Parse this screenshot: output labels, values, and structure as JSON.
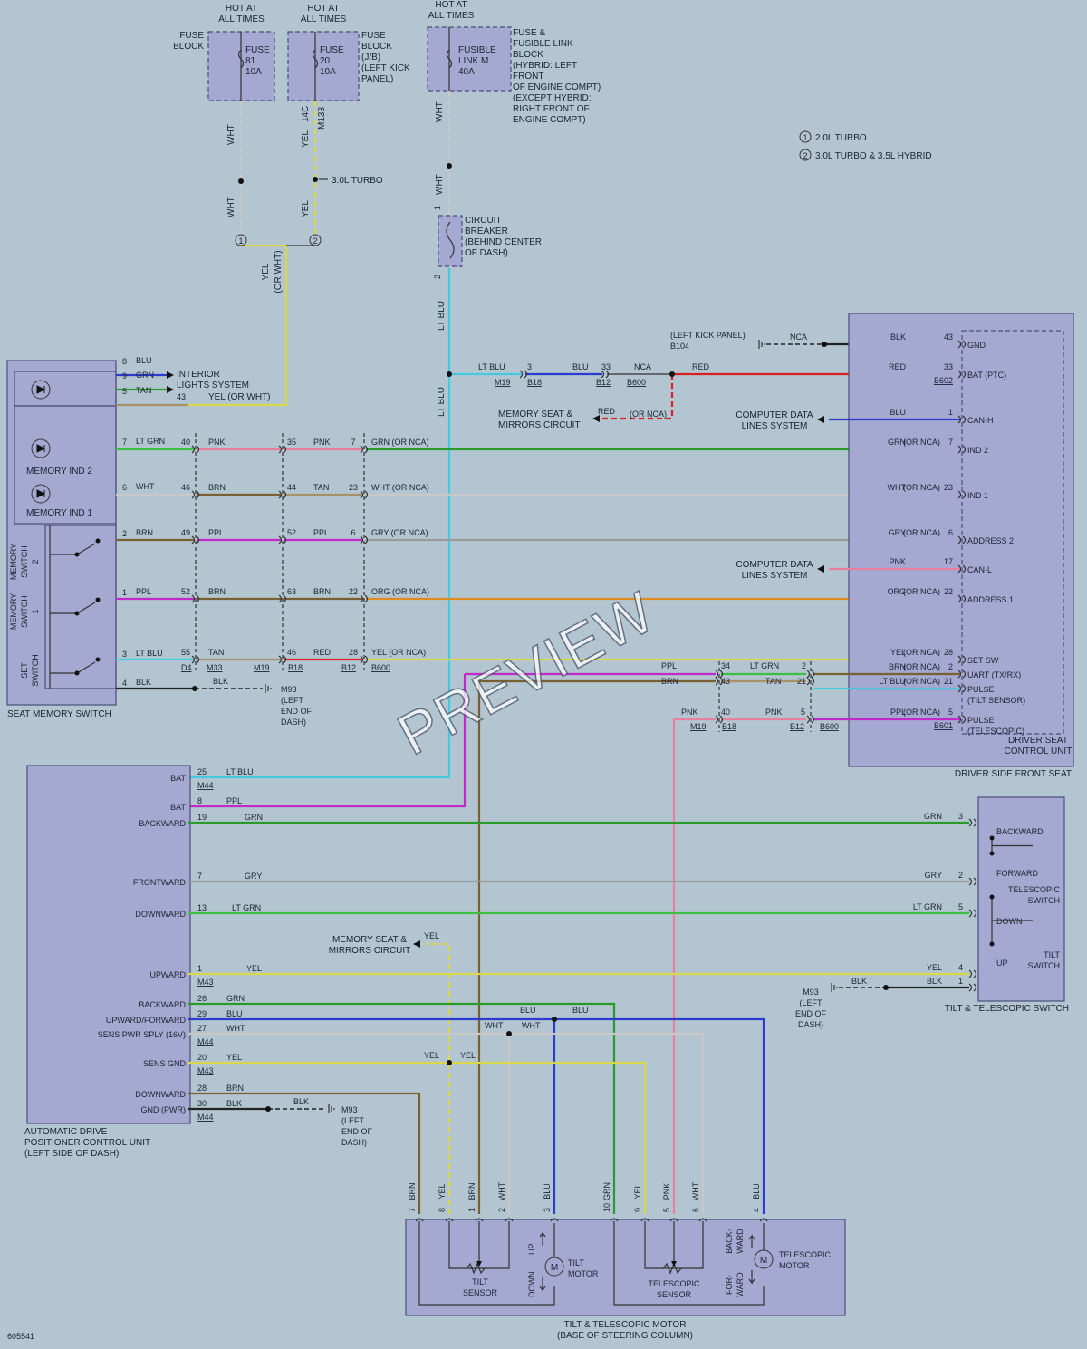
{
  "doc_id": "605541",
  "watermark": "PREVIEW",
  "legend": [
    "2.0L TURBO",
    "3.0L TURBO & 3.5L HYBRID"
  ],
  "legend_nums": [
    "1",
    "2"
  ],
  "colors": {
    "BLU": "#2b3bd0",
    "LTBLU": "#46c9e0",
    "GRN": "#2a9a2a",
    "LTGRN": "#3fbf3f",
    "YEL": "#d8d84a",
    "PNK": "#e87fa0",
    "PPL": "#c02ac8",
    "BRN": "#7a6030",
    "WHT": "#c8c8c8",
    "GRY": "#9a9a9a",
    "ORG": "#e08a20",
    "RED": "#d82020",
    "BLK": "#222222",
    "TAN": "#a89068"
  },
  "fuses": [
    {
      "hot": "HOT AT\nALL TIMES",
      "block": "FUSE\nBLOCK",
      "label": "FUSE\n81\n10A"
    },
    {
      "hot": "HOT AT\nALL TIMES",
      "block": "FUSE\nBLOCK\n(J/B)\n(LEFT KICK\nPANEL)",
      "label": "FUSE\n20\n10A"
    },
    {
      "hot": "HOT AT\nALL TIMES",
      "block": "FUSE &\nFUSIBLE LINK\nBLOCK\n(HYBRID: LEFT\nFRONT\nOF ENGINE COMPT)\n(EXCEPT HYBRID:\nRIGHT FRONT OF\nENGINE COMPT)",
      "label": "FUSIBLE\nLINK M\n40A"
    }
  ],
  "top": {
    "wht1": "WHT",
    "wht2": "WHT",
    "yel1": "YEL",
    "yel2": "YEL",
    "pin14c": "14C",
    "m133": "M133",
    "turbo": "3.0L TURBO",
    "merge_yel": "YEL",
    "merge_orwht": "(OR WHT)",
    "wht3": "WHT",
    "wht4": "WHT",
    "cb": "CIRCUIT\nBREAKER\n(BEHIND CENTER\nOF DASH)",
    "cb1": "1",
    "cb2": "2",
    "ltblu_a": "LT BLU",
    "ltblu_b": "LT BLU"
  },
  "seat_switch": {
    "name": "SEAT MEMORY SWITCH",
    "ind2": "MEMORY IND 2",
    "ind1": "MEMORY IND 1",
    "sw2": "MEMORY\nSWITCH\n2",
    "sw1": "MEMORY\nSWITCH\n1",
    "set": "SET\nSWITCH",
    "interior": "INTERIOR\nLIGHTS SYSTEM",
    "pins": [
      {
        "pin": "8",
        "color": "BLU"
      },
      {
        "pin": "9",
        "color": "GRN"
      },
      {
        "pin": "5",
        "color": "TAN"
      },
      {
        "pin": "7",
        "color": "LT GRN"
      },
      {
        "pin": "6",
        "color": "WHT"
      },
      {
        "pin": "2",
        "color": "BRN"
      },
      {
        "pin": "1",
        "color": "PPL"
      },
      {
        "pin": "3",
        "color": "LT BLU"
      },
      {
        "pin": "4",
        "color": "BLK"
      }
    ]
  },
  "mid_rows": [
    {
      "c1": "40",
      "w1": "PNK",
      "c2": "35",
      "w2": "PNK",
      "c3": "7",
      "w3": "GRN",
      "orn": "(OR NCA)"
    },
    {
      "c1": "46",
      "w1": "BRN",
      "c2": "44",
      "w2": "TAN",
      "c3": "23",
      "w3": "WHT",
      "orn": "(OR NCA)"
    },
    {
      "c1": "49",
      "w1": "PPL",
      "c2": "52",
      "w2": "PPL",
      "c3": "6",
      "w3": "GRY",
      "orn": "(OR NCA)"
    },
    {
      "c1": "52",
      "w1": "BRN",
      "c2": "63",
      "w2": "BRN",
      "c3": "22",
      "w3": "ORG",
      "orn": "(OR NCA)"
    },
    {
      "c1": "55",
      "w1": "TAN",
      "c2": "46",
      "w2": "RED",
      "c3": "28",
      "w3": "YEL",
      "orn": "(OR NCA)"
    }
  ],
  "mid": {
    "tan43": "43",
    "yel_orwht": "YEL  (OR WHT)",
    "conn": [
      "D4",
      "M33",
      "M19",
      "B18",
      "B12",
      "B600"
    ],
    "blk_label": "BLK",
    "m93": "M93\n(LEFT\nEND OF\nDASH)"
  },
  "bat_row": {
    "ltblu": "LT BLU",
    "p3": "3",
    "m19": "M19",
    "b18": "B18",
    "blu": "BLU",
    "p33": "33",
    "b12": "B12",
    "nca": "NCA",
    "b600": "B600",
    "red": "RED"
  },
  "mem_circ": "MEMORY SEAT &\nMIRRORS CIRCUIT",
  "mem_red": "RED",
  "mem_ornca": "(OR NCA)",
  "b104": "(LEFT KICK PANEL)\nB104",
  "nca_top": "NCA",
  "dsc": {
    "name": "DRIVER SEAT\nCONTROL UNIT",
    "outer": "DRIVER SIDE FRONT SEAT",
    "cdl1": "COMPUTER DATA\nLINES SYSTEM",
    "cdl2": "COMPUTER DATA\nLINES SYSTEM",
    "rows": [
      {
        "w": "BLK",
        "orn": "",
        "pin": "43",
        "label": "GND"
      },
      {
        "w": "RED",
        "orn": "",
        "pin": "33",
        "label": "BAT (PTC)",
        "conn": "B602"
      },
      {
        "w": "BLU",
        "orn": "",
        "pin": "1",
        "label": "CAN-H"
      },
      {
        "w": "GRN",
        "orn": "(OR NCA)",
        "pin": "7",
        "label": "IND 2"
      },
      {
        "w": "WHT",
        "orn": "(OR NCA)",
        "pin": "23",
        "label": "IND 1"
      },
      {
        "w": "GRY",
        "orn": "(OR NCA)",
        "pin": "6",
        "label": "ADDRESS 2"
      },
      {
        "w": "PNK",
        "orn": "",
        "pin": "17",
        "label": "CAN-L"
      },
      {
        "w": "ORG",
        "orn": "(OR NCA)",
        "pin": "22",
        "label": "ADDRESS 1"
      },
      {
        "w": "YEL",
        "orn": "(OR NCA)",
        "pin": "28",
        "label": "SET SW"
      },
      {
        "w": "BRN",
        "orn": "(OR NCA)",
        "pin": "2",
        "label": "UART (TX/RX)"
      },
      {
        "w": "LT BLU",
        "orn": "(OR NCA)",
        "pin": "21",
        "label": "PULSE\n(TILT SENSOR)"
      },
      {
        "w": "PPL",
        "orn": "(OR NCA)",
        "pin": "5",
        "label": "PULSE\n(TELESCOPIC)",
        "conn": "B601"
      }
    ],
    "ppl": "PPL",
    "brn": "BRN",
    "p34": "34",
    "p43": "43",
    "ltgrn": "LT GRN",
    "p2": "2",
    "tan": "TAN",
    "p21": "21",
    "pnk": "PNK",
    "p40": "40",
    "pnk2": "PNK",
    "p5": "5",
    "m19": "M19",
    "b18": "B18",
    "b12": "B12",
    "b600": "B600"
  },
  "adpcu": {
    "name": "AUTOMATIC DRIVE\nPOSITIONER CONTROL UNIT\n(LEFT SIDE OF DASH)",
    "rows": [
      {
        "label": "BAT",
        "pin": "25",
        "w": "LT BLU",
        "conn": "M44"
      },
      {
        "label": "BAT",
        "pin": "8",
        "w": "PPL"
      },
      {
        "label": "BACKWARD",
        "pin": "19",
        "w": "GRN"
      },
      {
        "label": "FRONTWARD",
        "pin": "7",
        "w": "GRY"
      },
      {
        "label": "DOWNWARD",
        "pin": "13",
        "w": "LT GRN"
      },
      {
        "label": "UPWARD",
        "pin": "1",
        "w": "YEL",
        "conn": "M43"
      },
      {
        "label": "BACKWARD",
        "pin": "26",
        "w": "GRN"
      },
      {
        "label": "UPWARD/FORWARD",
        "pin": "29",
        "w": "BLU"
      },
      {
        "label": "SENS PWR SPLY (16V)",
        "pin": "27",
        "w": "WHT",
        "conn": "M44"
      },
      {
        "label": "SENS GND",
        "pin": "20",
        "w": "YEL",
        "conn": "M43"
      },
      {
        "label": "DOWNWARD",
        "pin": "28",
        "w": "BRN"
      },
      {
        "label": "GND (PWR)",
        "pin": "30",
        "w": "BLK",
        "conn": "M44"
      }
    ],
    "mem_circ": "MEMORY SEAT &\nMIRRORS CIRCUIT",
    "mem_yel": "YEL",
    "blk2": "BLK",
    "m93": "M93\n(LEFT\nEND OF\nDASH)",
    "blu_a": "BLU",
    "blu_b": "BLU",
    "wht_a": "WHT",
    "wht_b": "WHT",
    "yel_a": "YEL",
    "yel_b": "YEL"
  },
  "tts": {
    "name": "TILT & TELESCOPIC SWITCH",
    "backward": "BACKWARD",
    "forward": "FORWARD",
    "tele": "TELESCOPIC\nSWITCH",
    "down": "DOWN",
    "up": "UP",
    "tilt": "TILT\nSWITCH",
    "rows": [
      {
        "w": "GRN",
        "pin": "3"
      },
      {
        "w": "GRY",
        "pin": "2"
      },
      {
        "w": "LT GRN",
        "pin": "5"
      },
      {
        "w": "YEL",
        "pin": "4"
      },
      {
        "w": "BLK",
        "pin": "1"
      }
    ],
    "blk_out": "BLK",
    "m93": "M93\n(LEFT\nEND OF\nDASH)"
  },
  "motor": {
    "name": "TILT & TELESCOPIC MOTOR\n(BASE OF STEERING COLUMN)",
    "wires": [
      {
        "w": "BRN",
        "pin": "7"
      },
      {
        "w": "YEL",
        "pin": "8"
      },
      {
        "w": "BRN",
        "pin": "1"
      },
      {
        "w": "WHT",
        "pin": "2"
      },
      {
        "w": "BLU",
        "pin": "3"
      },
      {
        "w": "GRN",
        "pin": "10"
      },
      {
        "w": "YEL",
        "pin": "9"
      },
      {
        "w": "PNK",
        "pin": "5"
      },
      {
        "w": "WHT",
        "pin": "6"
      },
      {
        "w": "BLU",
        "pin": "4"
      }
    ],
    "tilt_sensor": "TILT\nSENSOR",
    "tilt_motor": "TILT\nMOTOR",
    "up": "UP",
    "down": "DOWN",
    "tele_sensor": "TELESCOPIC\nSENSOR",
    "tele_motor": "TELESCOPIC\nMOTOR",
    "back": "BACK-\nWARD",
    "for": "FOR-\nWARD",
    "m": "M"
  }
}
